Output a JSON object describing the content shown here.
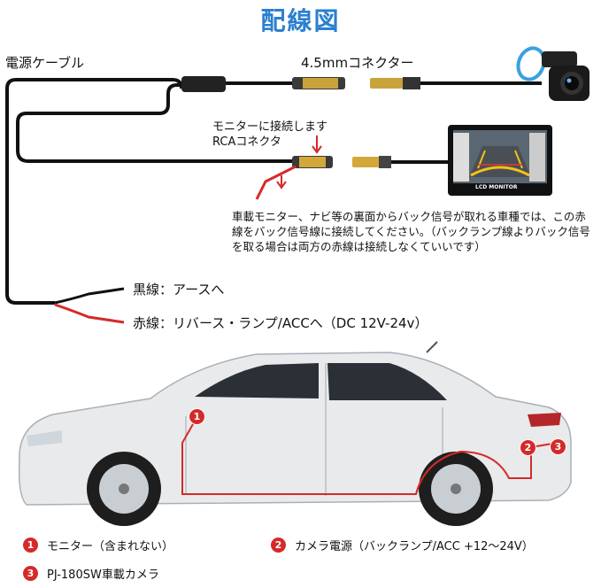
{
  "title": "配線図",
  "labels": {
    "power_cable": "電源ケーブル",
    "connector": "4.5mmコネクター",
    "monitor_conn_line1": "モニターに接続します",
    "monitor_conn_line2": "RCAコネクタ",
    "note": "車載モニター、ナビ等の裏面からバック信号が取れる車種では、この赤線をバック信号線に接続してください。（バックランプ線よりバック信号を取る場合は両方の赤線は接続しなくていいです）",
    "black_wire": "黒線：アースへ",
    "red_wire": "赤線：リバース・ランプ/ACCへ（DC 12V-24v）",
    "lcd_monitor": "LCD MONITOR"
  },
  "markers": [
    "1",
    "2",
    "3"
  ],
  "legend": [
    {
      "num": "1",
      "text": "モニター（含まれない）"
    },
    {
      "num": "2",
      "text": "カメラ電源（バックランプ/ACC +12～24V）"
    },
    {
      "num": "3",
      "text": "PJ-180SW車載カメラ"
    }
  ],
  "colors": {
    "title": "#2a7fd0",
    "marker": "#d42a2a",
    "wire_red": "#d42a2a",
    "wire_black": "#111111"
  }
}
